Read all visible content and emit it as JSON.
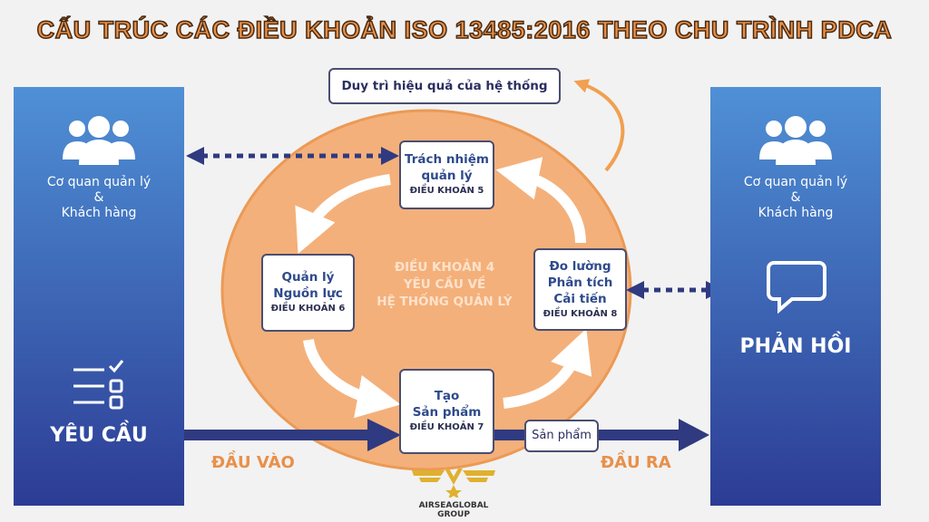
{
  "title": "CẤU TRÚC CÁC ĐIỀU KHOẢN ISO 13485:2016 THEO CHU TRÌNH PDCA",
  "maintain": "Duy trì hiệu quả của hệ thống",
  "left": {
    "stakeholder_line1": "Cơ quan quản lý",
    "stakeholder_line2": "&",
    "stakeholder_line3": "Khách hàng",
    "label": "YÊU CẦU"
  },
  "right": {
    "stakeholder_line1": "Cơ quan quản lý",
    "stakeholder_line2": "&",
    "stakeholder_line3": "Khách hàng",
    "label": "PHẢN HỒI"
  },
  "center": {
    "line1": "ĐIỀU KHOẢN 4",
    "line2": "YÊU CẦU VỀ",
    "line3": "HỆ THỐNG QUẢN LÝ"
  },
  "clauses": {
    "c5": {
      "line1": "Trách nhiệm",
      "line2": "quản lý",
      "code": "ĐIỀU KHOẢN 5"
    },
    "c6": {
      "line1": "Quản lý",
      "line2": "Nguồn lực",
      "code": "ĐIỀU KHOẢN 6"
    },
    "c7": {
      "line1": "Tạo",
      "line2": "Sản phẩm",
      "code": "ĐIỀU KHOẢN 7"
    },
    "c8": {
      "line1": "Đo lường",
      "line2": "Phân tích",
      "line3": "Cải tiến",
      "code": "ĐIỀU KHOẢN 8"
    }
  },
  "product": "Sản phẩm",
  "input": "ĐẦU VÀO",
  "output": "ĐẦU RA",
  "logo": {
    "line1": "AIRSEAGLOBAL",
    "line2": "GROUP"
  },
  "colors": {
    "orange": "#f4b07a",
    "navy": "#2f3a80",
    "blue": "#4f90d6"
  }
}
